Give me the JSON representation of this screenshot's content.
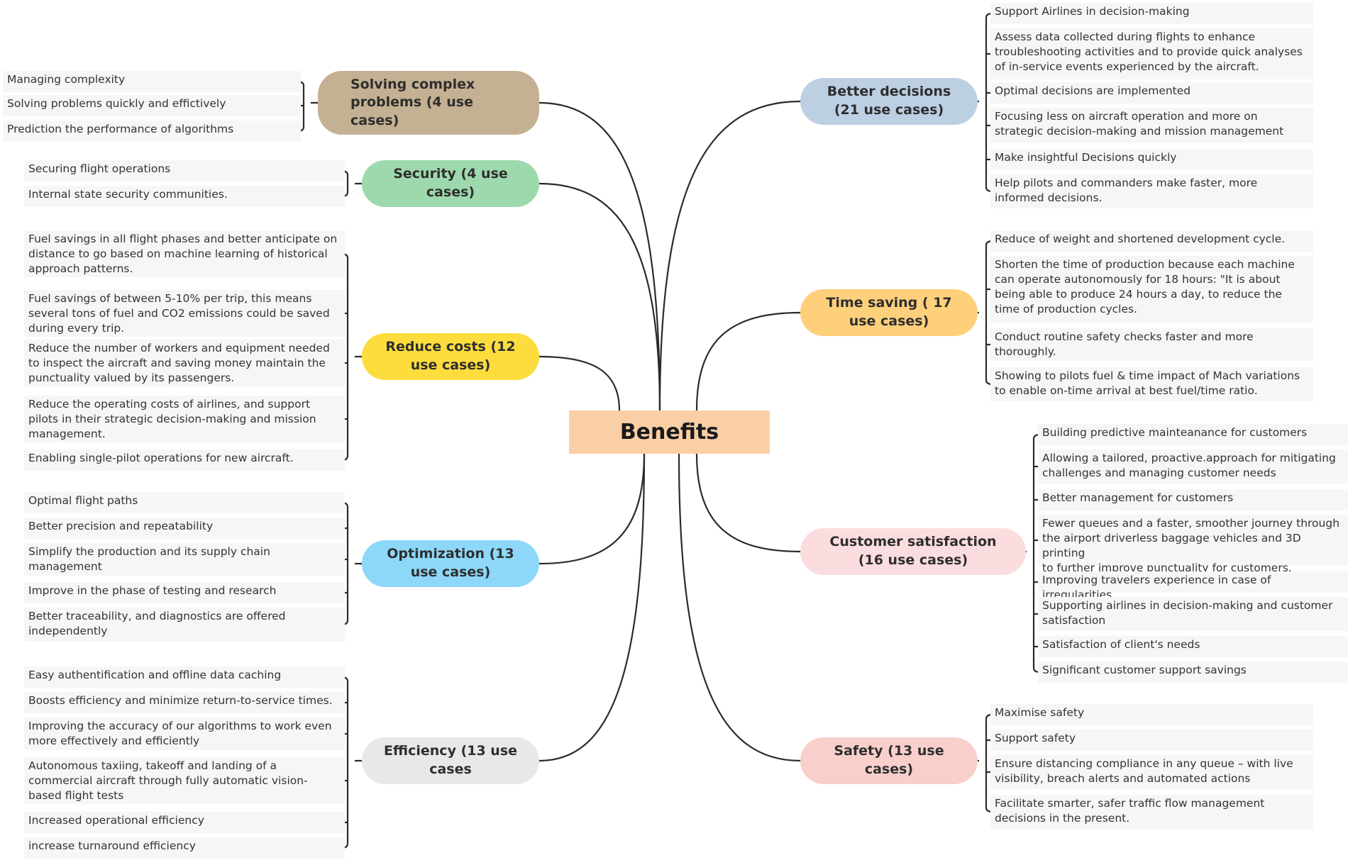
{
  "center": {
    "label": "Benefits",
    "color": "#fbcfa6"
  },
  "branches": [
    {
      "id": "solving",
      "label": "Solving complex\nproblems (4 use\ncases)",
      "color": "#c4b092",
      "leaves": [
        "Managing complexity",
        "Solving problems quickly and effictively",
        "Prediction the performance of algorithms"
      ]
    },
    {
      "id": "security",
      "label": "Security (4 use\ncases)",
      "color": "#9ed9ad",
      "leaves": [
        "Securing flight operations",
        "Internal state security communities."
      ]
    },
    {
      "id": "reduce",
      "label": "Reduce costs (12\nuse cases)",
      "color": "#fddd3d",
      "leaves": [
        "Fuel savings in all flight phases and better anticipate on\ndistance to go based on machine learning of historical\napproach patterns.",
        "Fuel savings of between 5-10% per trip, this means\nseveral tons of fuel and CO2 emissions could be saved\nduring every trip.",
        "Reduce the number of workers and equipment needed\nto inspect the aircraft and saving money maintain the\npunctuality valued by its passengers.",
        "Reduce the operating costs of airlines, and support\npilots in their strategic decision-making and mission\nmanagement.",
        "Enabling single-pilot operations for new aircraft."
      ]
    },
    {
      "id": "optimization",
      "label": "Optimization  (13\nuse cases)",
      "color": "#8dd8f8",
      "leaves": [
        "Optimal flight paths",
        "Better precision and repeatability",
        "Simplify the production and its supply chain\nmanagement",
        "Improve in the phase of testing and research",
        "Better traceability, and diagnostics are offered\nindependently"
      ]
    },
    {
      "id": "efficiency",
      "label": "Efficiency (13 use\ncases",
      "color": "#e8e8e8",
      "leaves": [
        "Easy authentification and offline data caching",
        "Boosts efficiency and minimize return-to-service times.",
        "Improving the accuracy of our algorithms to work even\nmore effectively and efficiently",
        "Autonomous taxiing, takeoff and landing of a\ncommercial aircraft through fully automatic vision-\nbased flight tests",
        "Increased operational efficiency",
        "increase turnaround efficiency"
      ]
    },
    {
      "id": "better",
      "label": "Better decisions\n(21 use cases)",
      "color": "#bccfe3",
      "leaves": [
        "Support Airlines in decision-making",
        "Assess data collected during flights to enhance\ntroubleshooting activities and to provide quick analyses\nof in-service events experienced by the aircraft.",
        "Optimal decisions are implemented",
        "Focusing less on aircraft operation and more on\nstrategic decision-making and mission management",
        "Make insightful Decisions quickly",
        "Help pilots and commanders make faster, more\ninformed decisions."
      ]
    },
    {
      "id": "time",
      "label": "Time saving ( 17\nuse cases)",
      "color": "#fed07b",
      "leaves": [
        "Reduce of weight and shortened development cycle.",
        "Shorten the time of production because each machine\ncan operate autonomously for 18 hours: \"It is about\nbeing able to produce 24 hours a day, to reduce the\ntime of production cycles.",
        "Conduct routine safety checks faster and more\nthoroughly.",
        "Showing to pilots fuel & time impact of Mach variations\nto enable on-time arrival at best fuel/time ratio."
      ]
    },
    {
      "id": "customer",
      "label": "Customer satisfaction\n(16 use cases)",
      "color": "#fbdde0",
      "leaves": [
        "Building predictive mainteanance for customers",
        "Allowing a tailored, proactive.approach for mitigating\nchallenges and managing customer needs",
        "Better management for customers",
        "Fewer queues and a faster, smoother journey through\nthe airport driverless baggage vehicles and 3D printing\nto further improve punctuality for customers.",
        "Improving travelers experience in case of irregularities",
        "Supporting airlines in decision-making and customer\nsatisfaction",
        "Satisfaction of client's needs",
        "Significant customer support savings"
      ]
    },
    {
      "id": "safety",
      "label": "Safety (13 use\ncases)",
      "color": "#f9cfcb",
      "leaves": [
        "Maximise safety",
        "Support safety",
        "Ensure distancing compliance in any queue – with live\nvisibility, breach alerts and automated actions",
        "Facilitate smarter, safer traffic flow management\ndecisions in the present."
      ]
    }
  ]
}
